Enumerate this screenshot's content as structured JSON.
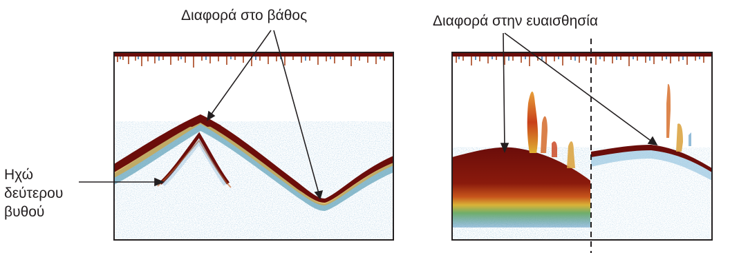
{
  "labels": {
    "depth_difference": "Διαφορά στο βάθος",
    "sensitivity_difference": "Διαφορά στην ευαισθησία",
    "second_bottom_echo_line1": "Ηχώ",
    "second_bottom_echo_line2": "δεύτερου",
    "second_bottom_echo_line3": "βυθού"
  },
  "colors": {
    "bottom_echo": "#6b0d0a",
    "noise": "#3a7bb0",
    "text": "#231f20"
  }
}
